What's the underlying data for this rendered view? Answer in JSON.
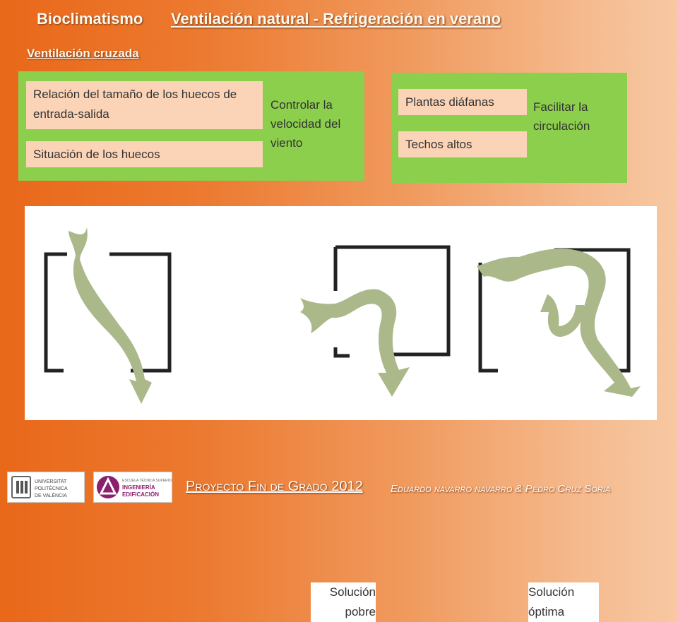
{
  "header": {
    "topic": "Bioclimatismo",
    "title": "Ventilación natural -  Refrigeración en verano",
    "subtitle": "Ventilación cruzada"
  },
  "box_left": {
    "items": [
      "Relación del tamaño de los huecos de entrada-salida",
      "Situación de los huecos"
    ],
    "result": "Controlar la velocidad del viento"
  },
  "box_right": {
    "items": [
      "Plantas diáfanas",
      "Techos altos"
    ],
    "result": "Facilitar la circulación"
  },
  "figure": {
    "caption_poor": "Solución pobre",
    "caption_optimal": "Solución óptima"
  },
  "logos": {
    "upv_text": "UNIVERSITAT POLITÈCNICA DE VALÈNCIA",
    "escuela_text": "ESCUELA TÉCNICA SUPERIOR INGENIERÍA DE EDIFICACIÓN"
  },
  "footer": {
    "project": "Proyecto Fin de Grado 2012",
    "authors": "Eduardo navarro navarro & Pedro Cruz Soria"
  },
  "colors": {
    "green": "#8ccf4d",
    "chip": "#fbd3b6",
    "flow": "#aab88a",
    "orange": "#e9681a"
  }
}
